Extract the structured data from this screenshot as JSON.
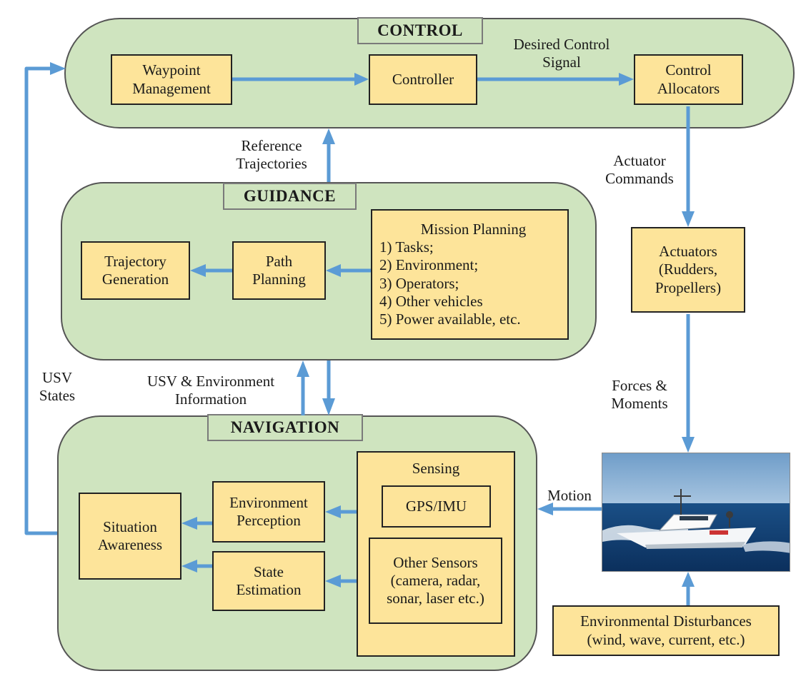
{
  "sections": {
    "control": "CONTROL",
    "guidance": "GUIDANCE",
    "navigation": "NAVIGATION"
  },
  "blocks": {
    "waypoint_management": "Waypoint\nManagement",
    "controller": "Controller",
    "control_allocators": "Control\nAllocators",
    "trajectory_generation": "Trajectory\nGeneration",
    "path_planning": "Path\nPlanning",
    "mission_planning": {
      "title": "Mission Planning",
      "items": [
        "1) Tasks;",
        "2) Environment;",
        "3) Operators;",
        "4) Other vehicles",
        "5) Power available, etc."
      ]
    },
    "actuators": "Actuators\n(Rudders,\nPropellers)",
    "situation_awareness": "Situation\nAwareness",
    "environment_perception": "Environment\nPerception",
    "state_estimation": "State\nEstimation",
    "sensing": "Sensing",
    "gps_imu": "GPS/IMU",
    "other_sensors": "Other Sensors\n(camera, radar,\nsonar, laser etc.)",
    "environmental_disturbances": "Environmental Disturbances\n(wind, wave, current,  etc.)"
  },
  "labels": {
    "desired_control_signal": "Desired Control\nSignal",
    "reference_trajectories": "Reference\nTrajectories",
    "actuator_commands": "Actuator\nCommands",
    "usv_states": "USV\nStates",
    "usv_environment_information": "USV & Environment\nInformation",
    "forces_moments": "Forces &\nMoments",
    "motion": "Motion"
  },
  "colors": {
    "panel_fill": "#cfe4bf",
    "block_fill": "#fde49a",
    "arrow": "#5b9bd5"
  }
}
